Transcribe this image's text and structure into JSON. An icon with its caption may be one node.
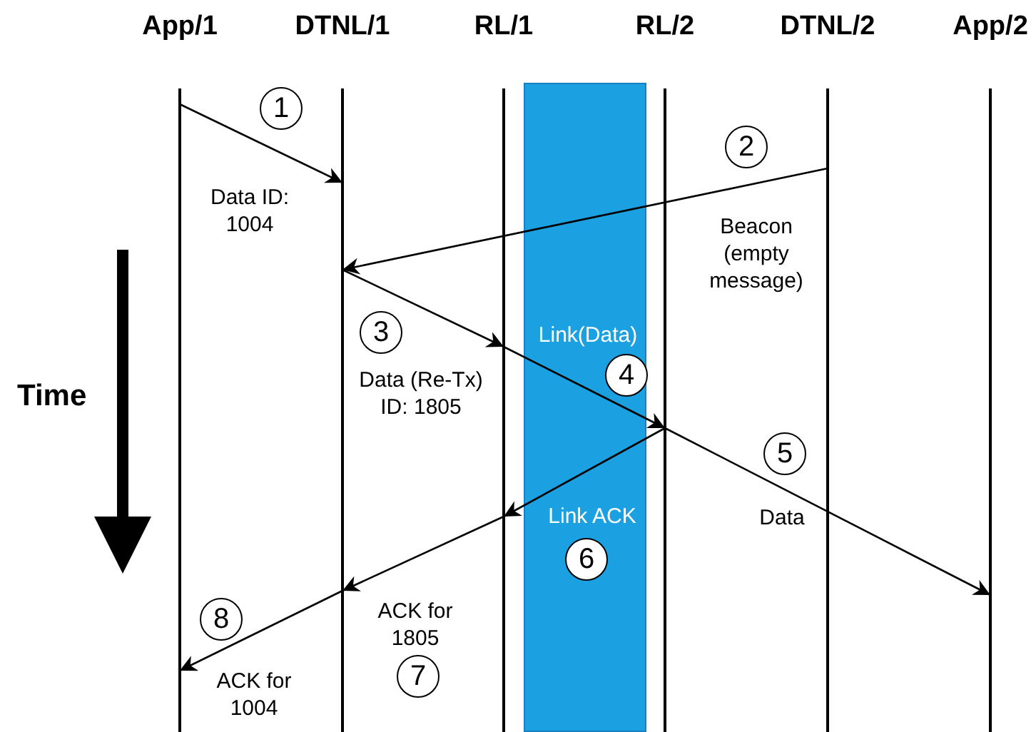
{
  "diagram": {
    "nodes": [
      {
        "text": [
          "App/1"
        ]
      },
      {
        "text": [
          "DTNL/1"
        ]
      },
      {
        "text": [
          "RL/1"
        ]
      },
      {
        "text": [
          "RL/2"
        ]
      },
      {
        "text": [
          "DTNL/2"
        ]
      },
      {
        "text": [
          "App/2"
        ]
      },
      {
        "text": [],
        "shape": "bar"
      },
      {
        "text": [
          "1"
        ]
      },
      {
        "text": [
          "2"
        ]
      },
      {
        "text": [
          "3"
        ]
      },
      {
        "text": [
          "4"
        ],
        "in": 6
      },
      {
        "text": [
          "5"
        ]
      },
      {
        "text": [
          "6"
        ],
        "in": 6
      },
      {
        "text": [
          "7"
        ]
      },
      {
        "text": [
          "8"
        ]
      }
    ],
    "edges": [
      {
        "from": 0,
        "to": 1,
        "arrow": "to",
        "label": "Data ID: 1004"
      },
      {
        "from": 4,
        "to": 1,
        "arrow": "to",
        "label": "Beacon (empty message)"
      },
      {
        "from": 1,
        "to": 2,
        "arrow": "to",
        "label": "Data (Re-Tx) ID: 1805"
      },
      {
        "from": 2,
        "to": 3,
        "arrow": "to",
        "label": "Link(Data)"
      },
      {
        "from": 3,
        "to": 5,
        "arrow": "to",
        "label": "Data"
      },
      {
        "from": 3,
        "to": 2,
        "arrow": "to",
        "label": "Link ACK"
      },
      {
        "from": 2,
        "to": 1,
        "arrow": "to",
        "label": "ACK for 1805"
      },
      {
        "from": 1,
        "to": 0,
        "arrow": "to",
        "label": "ACK for 1004"
      }
    ],
    "labels": [
      "Time"
    ]
  }
}
